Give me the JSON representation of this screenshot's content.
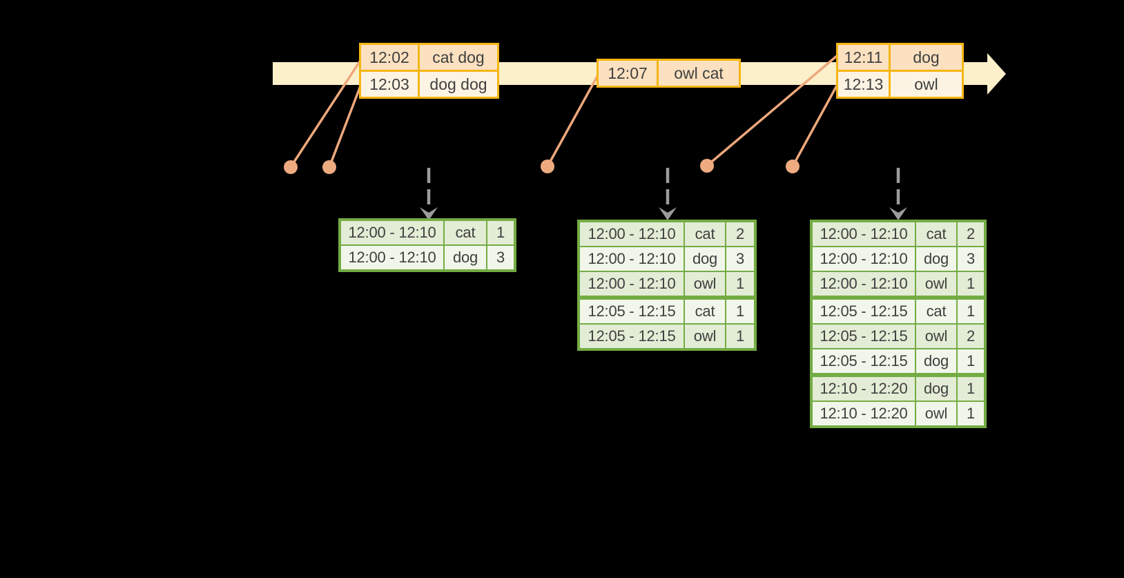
{
  "colors": {
    "background": "#000000",
    "timeline_band": "#fcf0cb",
    "event_table_border": "#f5b614",
    "event_row_fill_dark": "#fbe1c0",
    "event_row_fill_light": "#fdf3e3",
    "connector_salmon": "#eda87c",
    "trigger_arrow_gray": "#9c9c9c",
    "result_table_border": "#74ac44",
    "result_row_fill_dark": "#e3ecd5",
    "result_row_fill_light": "#f1f6ea",
    "text": "#3f3f3f"
  },
  "timeline": {
    "event_tables": [
      {
        "rows": [
          {
            "time": "12:02",
            "words": "cat dog"
          },
          {
            "time": "12:03",
            "words": "dog dog"
          }
        ]
      },
      {
        "rows": [
          {
            "time": "12:07",
            "words": "owl cat"
          }
        ]
      },
      {
        "rows": [
          {
            "time": "12:11",
            "words": "dog"
          },
          {
            "time": "12:13",
            "words": "owl"
          }
        ]
      }
    ]
  },
  "result_tables": [
    {
      "rows": [
        {
          "window": "12:00 - 12:10",
          "word": "cat",
          "count": "1"
        },
        {
          "window": "12:00 - 12:10",
          "word": "dog",
          "count": "3"
        }
      ]
    },
    {
      "rows": [
        {
          "window": "12:00 - 12:10",
          "word": "cat",
          "count": "2"
        },
        {
          "window": "12:00 - 12:10",
          "word": "dog",
          "count": "3"
        },
        {
          "window": "12:00 - 12:10",
          "word": "owl",
          "count": "1"
        },
        {
          "window": "12:05 - 12:15",
          "word": "cat",
          "count": "1"
        },
        {
          "window": "12:05 - 12:15",
          "word": "owl",
          "count": "1"
        }
      ]
    },
    {
      "rows": [
        {
          "window": "12:00 - 12:10",
          "word": "cat",
          "count": "2"
        },
        {
          "window": "12:00 - 12:10",
          "word": "dog",
          "count": "3"
        },
        {
          "window": "12:00 - 12:10",
          "word": "owl",
          "count": "1"
        },
        {
          "window": "12:05 - 12:15",
          "word": "cat",
          "count": "1"
        },
        {
          "window": "12:05 - 12:15",
          "word": "owl",
          "count": "2"
        },
        {
          "window": "12:05 - 12:15",
          "word": "dog",
          "count": "1"
        },
        {
          "window": "12:10 - 12:20",
          "word": "dog",
          "count": "1"
        },
        {
          "window": "12:10 - 12:20",
          "word": "owl",
          "count": "1"
        }
      ]
    }
  ]
}
